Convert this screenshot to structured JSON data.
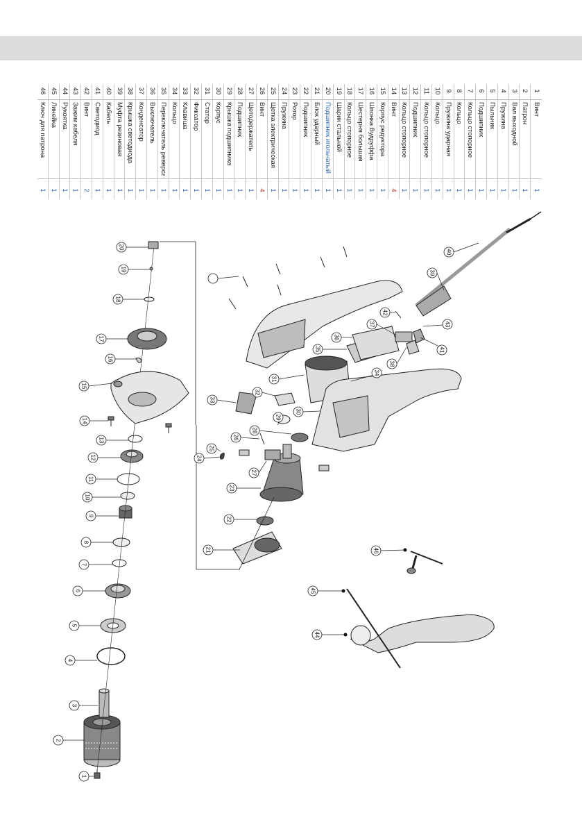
{
  "parts": [
    {
      "n": "1",
      "name": "Винт",
      "qty": "1"
    },
    {
      "n": "2",
      "name": "Патрон",
      "qty": "1"
    },
    {
      "n": "3",
      "name": "Вал выходной",
      "qty": "1"
    },
    {
      "n": "4",
      "name": "Пружина",
      "qty": "1"
    },
    {
      "n": "5",
      "name": "Пыльник",
      "qty": "1"
    },
    {
      "n": "6",
      "name": "Подшипник",
      "qty": "1"
    },
    {
      "n": "7",
      "name": "Кольцо стопорное",
      "qty": "1"
    },
    {
      "n": "8",
      "name": "Кольцо",
      "qty": "1"
    },
    {
      "n": "9",
      "name": "Пружина ударная",
      "qty": "1"
    },
    {
      "n": "10",
      "name": "Кольцо",
      "qty": "1"
    },
    {
      "n": "11",
      "name": "Кольцо стопорное",
      "qty": "1"
    },
    {
      "n": "12",
      "name": "Подшипник",
      "qty": "1"
    },
    {
      "n": "13",
      "name": "Кольцо стопорное",
      "qty": "1"
    },
    {
      "n": "14",
      "name": "Винт",
      "qty": "4"
    },
    {
      "n": "15",
      "name": "Корпус редуктора",
      "qty": "1"
    },
    {
      "n": "16",
      "name": "Шпонка Вудруффа",
      "qty": "1"
    },
    {
      "n": "17",
      "name": "Шестерня большая",
      "qty": "1"
    },
    {
      "n": "18",
      "name": "Кольцо стопорное",
      "qty": "1"
    },
    {
      "n": "19",
      "name": "Шарик стальной",
      "qty": "1"
    },
    {
      "n": "20",
      "name": "Подшипник игольчатый",
      "qty": "1"
    },
    {
      "n": "21",
      "name": "Блок ударный",
      "qty": "1"
    },
    {
      "n": "22",
      "name": "Подшипник",
      "qty": "1"
    },
    {
      "n": "23",
      "name": "Ротор",
      "qty": "1"
    },
    {
      "n": "24",
      "name": "Пружина",
      "qty": "1"
    },
    {
      "n": "25",
      "name": "Щетка электрическая",
      "qty": "1"
    },
    {
      "n": "26",
      "name": "Винт",
      "qty": "4"
    },
    {
      "n": "27",
      "name": "Щетодержатель",
      "qty": "1"
    },
    {
      "n": "28",
      "name": "Подшипник",
      "qty": "1"
    },
    {
      "n": "29",
      "name": "Крышка подшипника",
      "qty": "1"
    },
    {
      "n": "30",
      "name": "Корпус",
      "qty": "1"
    },
    {
      "n": "31",
      "name": "Статор",
      "qty": "1"
    },
    {
      "n": "32",
      "name": "Фиксатор",
      "qty": "1"
    },
    {
      "n": "33",
      "name": "Клавиша",
      "qty": "1"
    },
    {
      "n": "34",
      "name": "Кольцо",
      "qty": "1"
    },
    {
      "n": "35",
      "name": "Переключатель реверса",
      "qty": "1"
    },
    {
      "n": "36",
      "name": "Выключатель",
      "qty": "1"
    },
    {
      "n": "37",
      "name": "Конденсатор",
      "qty": "1"
    },
    {
      "n": "38",
      "name": "Крышка светодиода",
      "qty": "1"
    },
    {
      "n": "39",
      "name": "Муфта резиновая",
      "qty": "1"
    },
    {
      "n": "40",
      "name": "Кабель",
      "qty": "1"
    },
    {
      "n": "41",
      "name": "Светодиод",
      "qty": "1"
    },
    {
      "n": "42",
      "name": "Винт",
      "qty": "2"
    },
    {
      "n": "43",
      "name": "Зажим кабеля",
      "qty": "1"
    },
    {
      "n": "44",
      "name": "Рукоятка",
      "qty": "1"
    },
    {
      "n": "45",
      "name": "Линейка",
      "qty": "1"
    },
    {
      "n": "46",
      "name": "Ключ для патрона",
      "qty": "1"
    }
  ],
  "colors": {
    "banner": "#dcdcdc",
    "qty_blue": "#2f6bb5",
    "qty_red": "#b23b2a",
    "line": "#222222"
  },
  "callouts": [
    "1",
    "2",
    "3",
    "4",
    "5",
    "6",
    "7",
    "8",
    "9",
    "10",
    "11",
    "12",
    "13",
    "14",
    "15",
    "16",
    "17",
    "18",
    "19",
    "20",
    "21",
    "22",
    "23",
    "24",
    "25",
    "26",
    "27",
    "28",
    "29",
    "30",
    "31",
    "32",
    "33",
    "34",
    "35",
    "36",
    "37",
    "38",
    "39",
    "40",
    "41",
    "42",
    "43",
    "44",
    "45",
    "46"
  ]
}
